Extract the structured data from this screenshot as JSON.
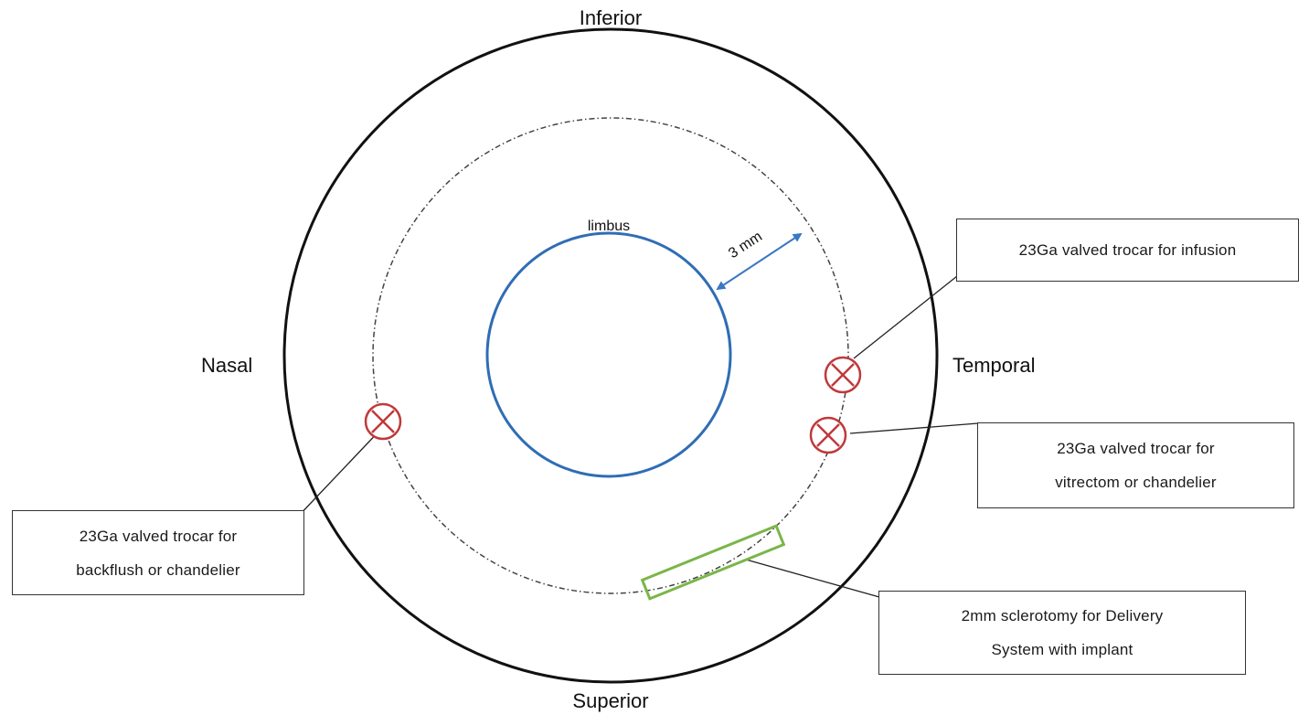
{
  "orientation": {
    "top": "Inferior",
    "bottom": "Superior",
    "left": "Nasal",
    "right": "Temporal"
  },
  "labels": {
    "limbus": "limbus",
    "distance": "3 mm"
  },
  "callouts": {
    "infusion": "23Ga valved trocar for infusion",
    "vitrectom": "23Ga valved trocar for\nvitrectom or chandelier",
    "backflush": "23Ga valved trocar for\nbackflush or chandelier",
    "sclerotomy": "2mm sclerotomy for Delivery\nSystem with implant"
  },
  "colors": {
    "limbus": "#2f6db5",
    "trocar": "#c0393b",
    "implant": "#7ab648",
    "outline": "#111111",
    "dashed_circle": "#444444"
  }
}
